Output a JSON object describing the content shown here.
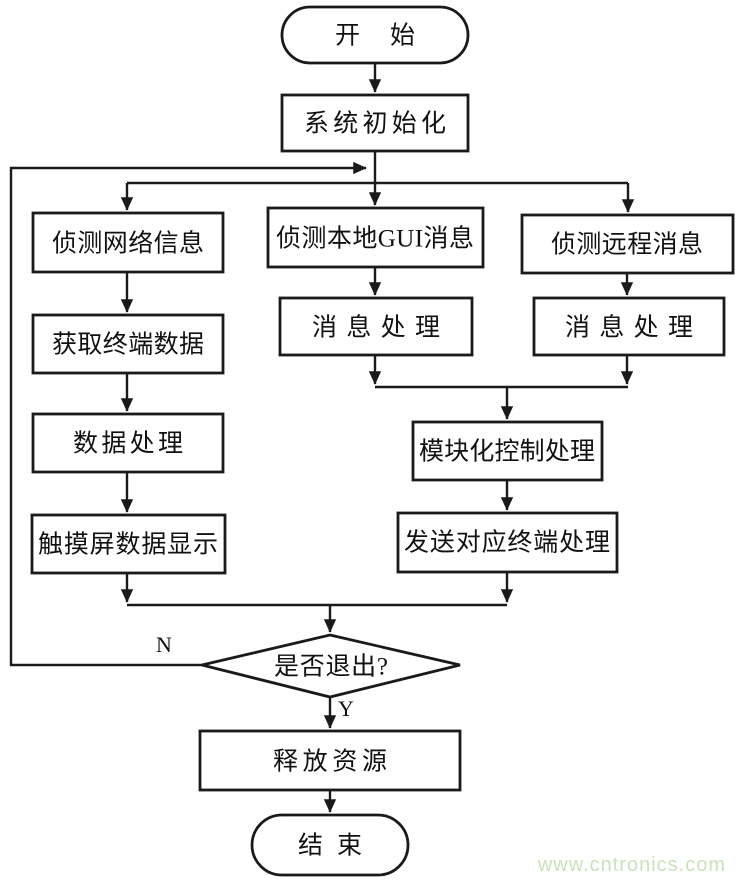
{
  "diagram": {
    "nodes": {
      "start": {
        "label": "开始",
        "type": "terminator"
      },
      "system_init": {
        "label": "系统初始化",
        "type": "process"
      },
      "detect_network": {
        "label": "侦测网络信息",
        "type": "process"
      },
      "get_terminal_data": {
        "label": "获取终端数据",
        "type": "process"
      },
      "data_processing": {
        "label": "数据处理",
        "type": "process"
      },
      "touchscreen_display": {
        "label": "触摸屏数据显示",
        "type": "process"
      },
      "detect_local_gui": {
        "label": "侦测本地GUI消息",
        "type": "process"
      },
      "local_message_processing": {
        "label": "消息处理",
        "type": "process"
      },
      "detect_remote": {
        "label": "侦测远程消息",
        "type": "process"
      },
      "remote_message_processing": {
        "label": "消息处理",
        "type": "process"
      },
      "modular_control": {
        "label": "模块化控制处理",
        "type": "process"
      },
      "send_terminal": {
        "label": "发送对应终端处理",
        "type": "process"
      },
      "exit_decision": {
        "label": "是否退出?",
        "type": "decision"
      },
      "release_resources": {
        "label": "释放资源",
        "type": "process"
      },
      "end": {
        "label": "结束",
        "type": "terminator"
      }
    },
    "edge_labels": {
      "no": "N",
      "yes": "Y"
    },
    "colors": {
      "stroke": "#1a1a1a",
      "bg": "#ffffff",
      "watermark": "#c9e3bb"
    }
  },
  "watermark": {
    "text": "www.cntronics.com"
  }
}
